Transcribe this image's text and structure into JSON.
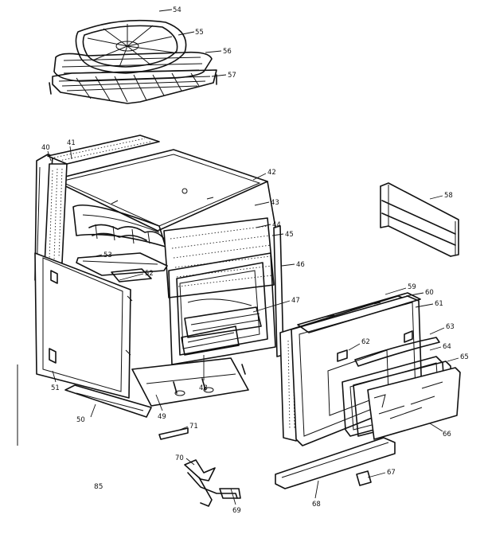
{
  "diagram": {
    "callouts": [
      {
        "id": "c54",
        "text": "54"
      },
      {
        "id": "c55",
        "text": "55"
      },
      {
        "id": "c56",
        "text": "56"
      },
      {
        "id": "c57",
        "text": "57"
      },
      {
        "id": "c40",
        "text": "40"
      },
      {
        "id": "c41",
        "text": "41"
      },
      {
        "id": "c42",
        "text": "42"
      },
      {
        "id": "c43",
        "text": "43"
      },
      {
        "id": "c44",
        "text": "44"
      },
      {
        "id": "c45",
        "text": "45"
      },
      {
        "id": "c46",
        "text": "46"
      },
      {
        "id": "c47",
        "text": "47"
      },
      {
        "id": "c48",
        "text": "48"
      },
      {
        "id": "c49",
        "text": "49"
      },
      {
        "id": "c50",
        "text": "50"
      },
      {
        "id": "c51",
        "text": "51"
      },
      {
        "id": "c52",
        "text": "52"
      },
      {
        "id": "c53",
        "text": "53"
      },
      {
        "id": "c58",
        "text": "58"
      },
      {
        "id": "c59",
        "text": "59"
      },
      {
        "id": "c60",
        "text": "60"
      },
      {
        "id": "c61",
        "text": "61"
      },
      {
        "id": "c62",
        "text": "62"
      },
      {
        "id": "c63",
        "text": "63"
      },
      {
        "id": "c64",
        "text": "64"
      },
      {
        "id": "c65",
        "text": "65"
      },
      {
        "id": "c66",
        "text": "66"
      },
      {
        "id": "c67",
        "text": "67"
      },
      {
        "id": "c68",
        "text": "68"
      },
      {
        "id": "c69",
        "text": "69"
      },
      {
        "id": "c70",
        "text": "70"
      },
      {
        "id": "c71",
        "text": "71"
      }
    ],
    "footer_code": "85"
  }
}
